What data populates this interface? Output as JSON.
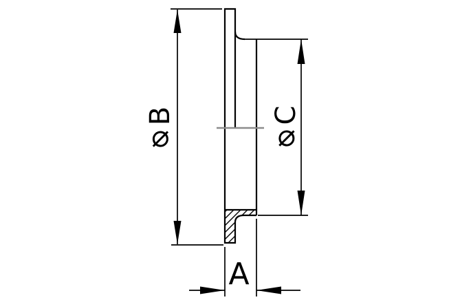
{
  "labels": {
    "dim_b": {
      "symbol": "⌀",
      "letter": "B"
    },
    "dim_c": {
      "symbol": "⌀",
      "letter": "C"
    },
    "dim_a": {
      "letter": "A"
    }
  },
  "colors": {
    "line": "#000000",
    "centerline": "#8c8c8c",
    "background": "#ffffff"
  }
}
